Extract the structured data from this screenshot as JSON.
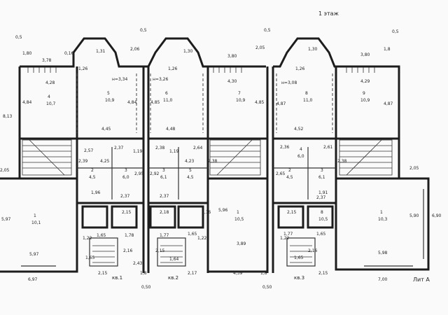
{
  "header": {
    "floor_label": "1 этаж",
    "lit_label": "Лит А"
  },
  "units": [
    {
      "label": "кв.1"
    },
    {
      "label": "кв.2"
    },
    {
      "label": "кв.3"
    }
  ],
  "rooms": [
    {
      "num": "4",
      "area": "10,7",
      "h": ""
    },
    {
      "num": "5",
      "area": "10,9",
      "h": "н=3,34"
    },
    {
      "num": "6",
      "area": "11,0",
      "h": "н=3,26"
    },
    {
      "num": "7",
      "area": "10,9",
      "h": ""
    },
    {
      "num": "8",
      "area": "11,0",
      "h": "н=3,08"
    },
    {
      "num": "9",
      "area": "10,9",
      "h": ""
    },
    {
      "num": "1",
      "area": "10,1",
      "h": ""
    },
    {
      "num": "2",
      "area": "4,5",
      "h": ""
    },
    {
      "num": "3",
      "area": "6,0",
      "h": ""
    },
    {
      "num": "3",
      "area": "6,1",
      "h": ""
    },
    {
      "num": "5",
      "area": "4,5",
      "h": ""
    },
    {
      "num": "1",
      "area": "10,5",
      "h": ""
    },
    {
      "num": "2",
      "area": "4,5",
      "h": ""
    },
    {
      "num": "3",
      "area": "6,1",
      "h": ""
    },
    {
      "num": "4",
      "area": "6,0",
      "h": ""
    },
    {
      "num": "8",
      "area": "10,5",
      "h": ""
    },
    {
      "num": "1",
      "area": "10,3",
      "h": ""
    }
  ],
  "dims": {
    "d01": "0,5",
    "d02": "0,5",
    "d03": "0,5",
    "d04": "0,5",
    "d05": "3,78",
    "d06": "0,16",
    "d07": "1,31",
    "d08": "2,06",
    "d09": "1,30",
    "d10": "3,80",
    "d11": "2,05",
    "d12": "1,30",
    "d13": "3,80",
    "d14": "1,8",
    "d15": "1,80",
    "d16": "8,13",
    "d17": "4,28",
    "d18": "4,84",
    "d19": "4,84",
    "d20": "4,85",
    "d21": "4,30",
    "d22": "4,85",
    "d23": "4,87",
    "d24": "4,29",
    "d25": "4,87",
    "d26": "4,45",
    "d27": "4,48",
    "d28": "4,52",
    "d29": "2,57",
    "d30": "2,37",
    "d31": "1,19",
    "d32": "2,38",
    "d33": "1,19",
    "d34": "2,64",
    "d35": "2,36",
    "d36": "2,61",
    "d37": "2,05",
    "d38": "2,05",
    "d39": "5,97",
    "d40": "1,96",
    "d41": "2,37",
    "d42": "2,37",
    "d43": "1,91",
    "d44": "2,37",
    "d45": "5,96",
    "d46": "5,90",
    "d47": "6,90",
    "d48": "2,15",
    "d49": "2,18",
    "d50": "2,15",
    "d51": "1,65",
    "d52": "1,78",
    "d53": "1,77",
    "d54": "1,65",
    "d55": "1,77",
    "d56": "1,65",
    "d57": "3,89",
    "d58": "5,97",
    "d59": "5,98",
    "d60": "2,16",
    "d61": "2,15",
    "d62": "2,16",
    "d63": "6,97",
    "d64": "2,15",
    "d65": "2,17",
    "d66": "4,39",
    "d67": "2,15",
    "d68": "7,00",
    "d69": "0,50",
    "d70": "0,50",
    "d71": "1,65",
    "d72": "2,43",
    "d73": "1,64",
    "d74": "1,8",
    "d75": "1,8",
    "d76": "1,65",
    "d77": "2,95",
    "d78": "2,92",
    "d79": "2,65",
    "d80": "4,23",
    "d81": "4,25",
    "d82": "1,22",
    "d83": "1,22",
    "d84": "1,22",
    "d85": "2,39",
    "d86": "2,38",
    "d87": "2,38",
    "d88": "1,26",
    "d89": "1,26",
    "d90": "1,26",
    "d91": "1,16"
  }
}
